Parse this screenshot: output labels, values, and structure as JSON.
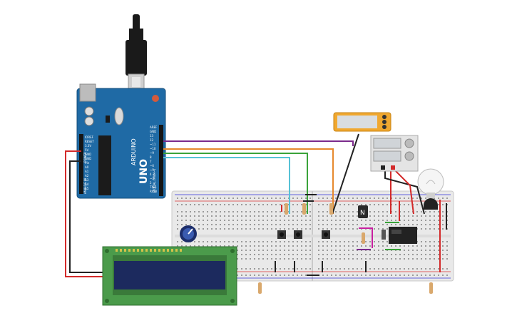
{
  "arduino": {
    "brand": "ARDUINO",
    "model": "UNO",
    "digital_label": "DIGITAL (PWM~)",
    "power_label": "POWER",
    "analog_label": "ANALOG IN",
    "power_pins": [
      "IOREF",
      "RESET",
      "3.3V",
      "5V",
      "GND",
      "GND",
      "Vin"
    ],
    "analog_pins": [
      "A0",
      "A1",
      "A2",
      "A3",
      "A4",
      "A5"
    ],
    "digital_pins": [
      "AREF",
      "GND",
      "13",
      "12",
      "~11",
      "~10",
      "~9",
      "8",
      "7",
      "~6",
      "~5",
      "4",
      "~3",
      "2",
      "TX▸1",
      "RX◂0"
    ],
    "board_color": "#1f6aa5"
  },
  "multimeter": {
    "display": ""
  },
  "power_supply": {
    "display_top": "",
    "display_bottom": ""
  },
  "relay": {
    "label": ""
  },
  "transistor": {
    "label": "N"
  },
  "lcd": {
    "pin_count": 16
  },
  "colors": {
    "wire_purple": "#7b2a8c",
    "wire_orange": "#e6892d",
    "wire_green": "#3aa33a",
    "wire_cyan": "#56c2d6",
    "wire_red": "#d32a2a",
    "wire_black": "#222222",
    "wire_magenta": "#c81fa0",
    "breadboard": "#e9e9e9",
    "lcd_pcb": "#4b9b4b",
    "lcd_screen": "#1c2a5e"
  },
  "icons": [
    "usb-cable-icon",
    "potentiometer-icon",
    "pushbutton-icon",
    "light-bulb-icon",
    "relay-icon",
    "transistor-icon",
    "resistor-icon",
    "temperature-sensor-icon"
  ]
}
